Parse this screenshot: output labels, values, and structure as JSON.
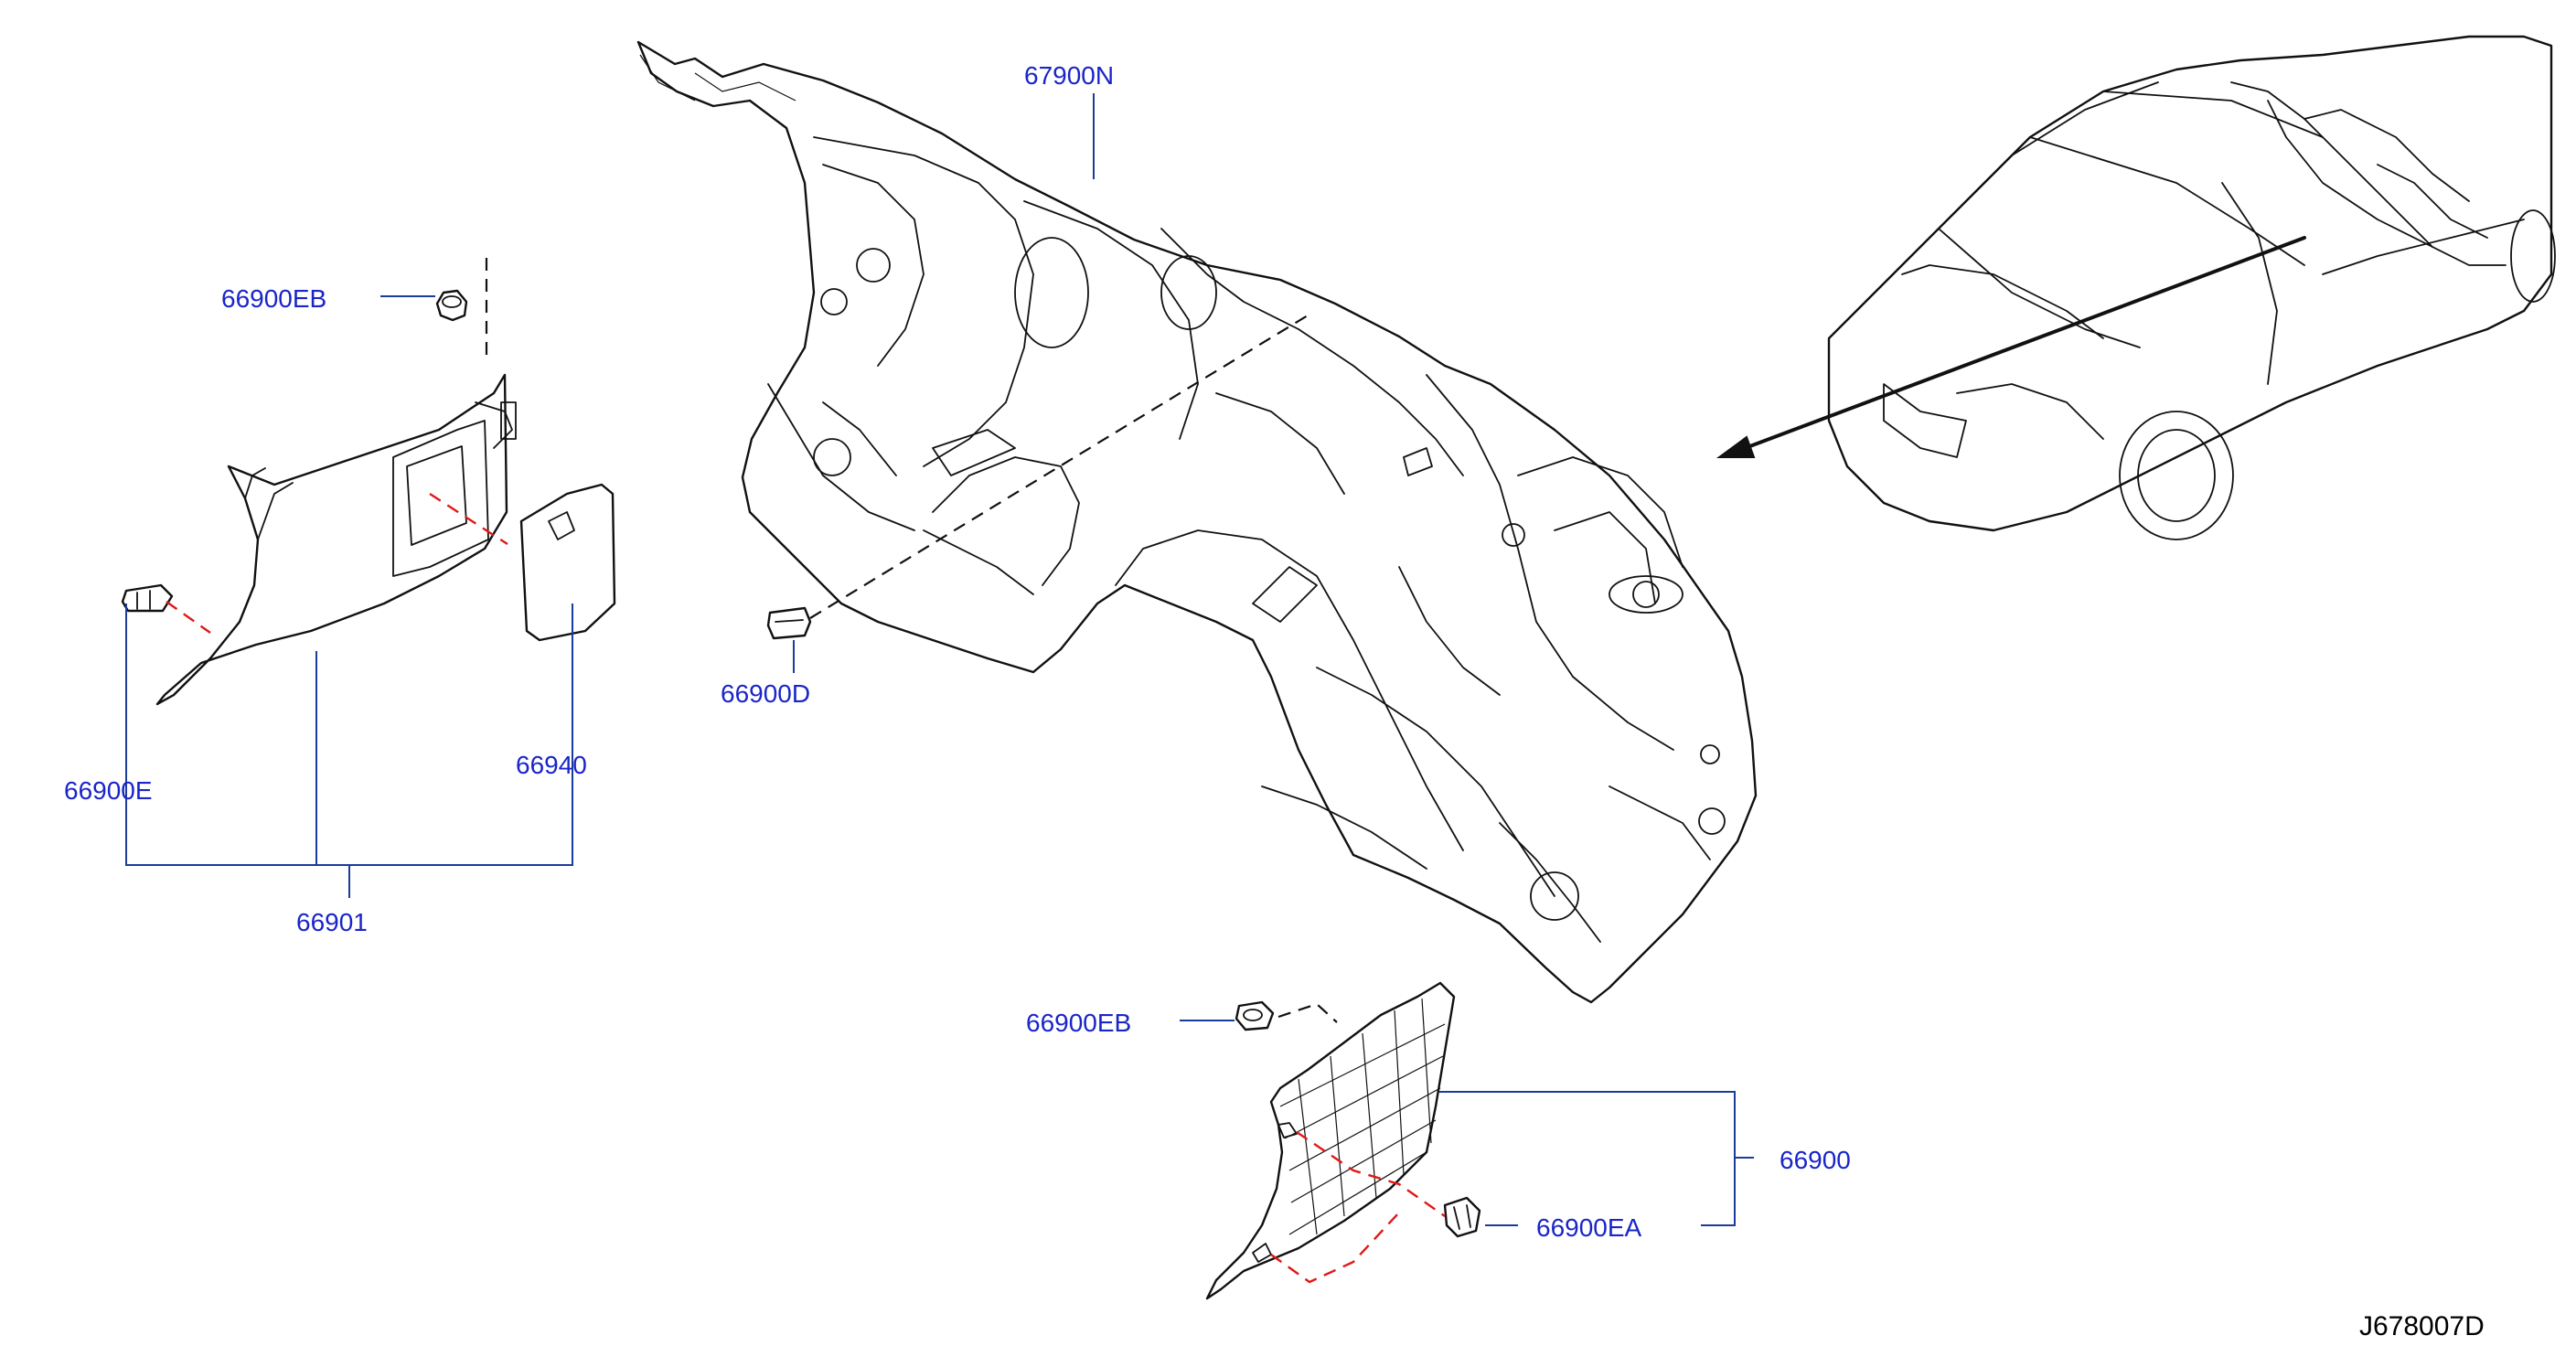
{
  "diagram_code": "J678007D",
  "callouts": {
    "dash_insulator": "67900N",
    "clip_upper_left": "66900EB",
    "clip_center": "66900D",
    "clip_left": "66900E",
    "cover_lid": "66940",
    "finisher_left_assy": "66901",
    "clip_lower": "66900EB",
    "finisher_right_assy": "66900",
    "clip_lower_right": "66900EA"
  }
}
